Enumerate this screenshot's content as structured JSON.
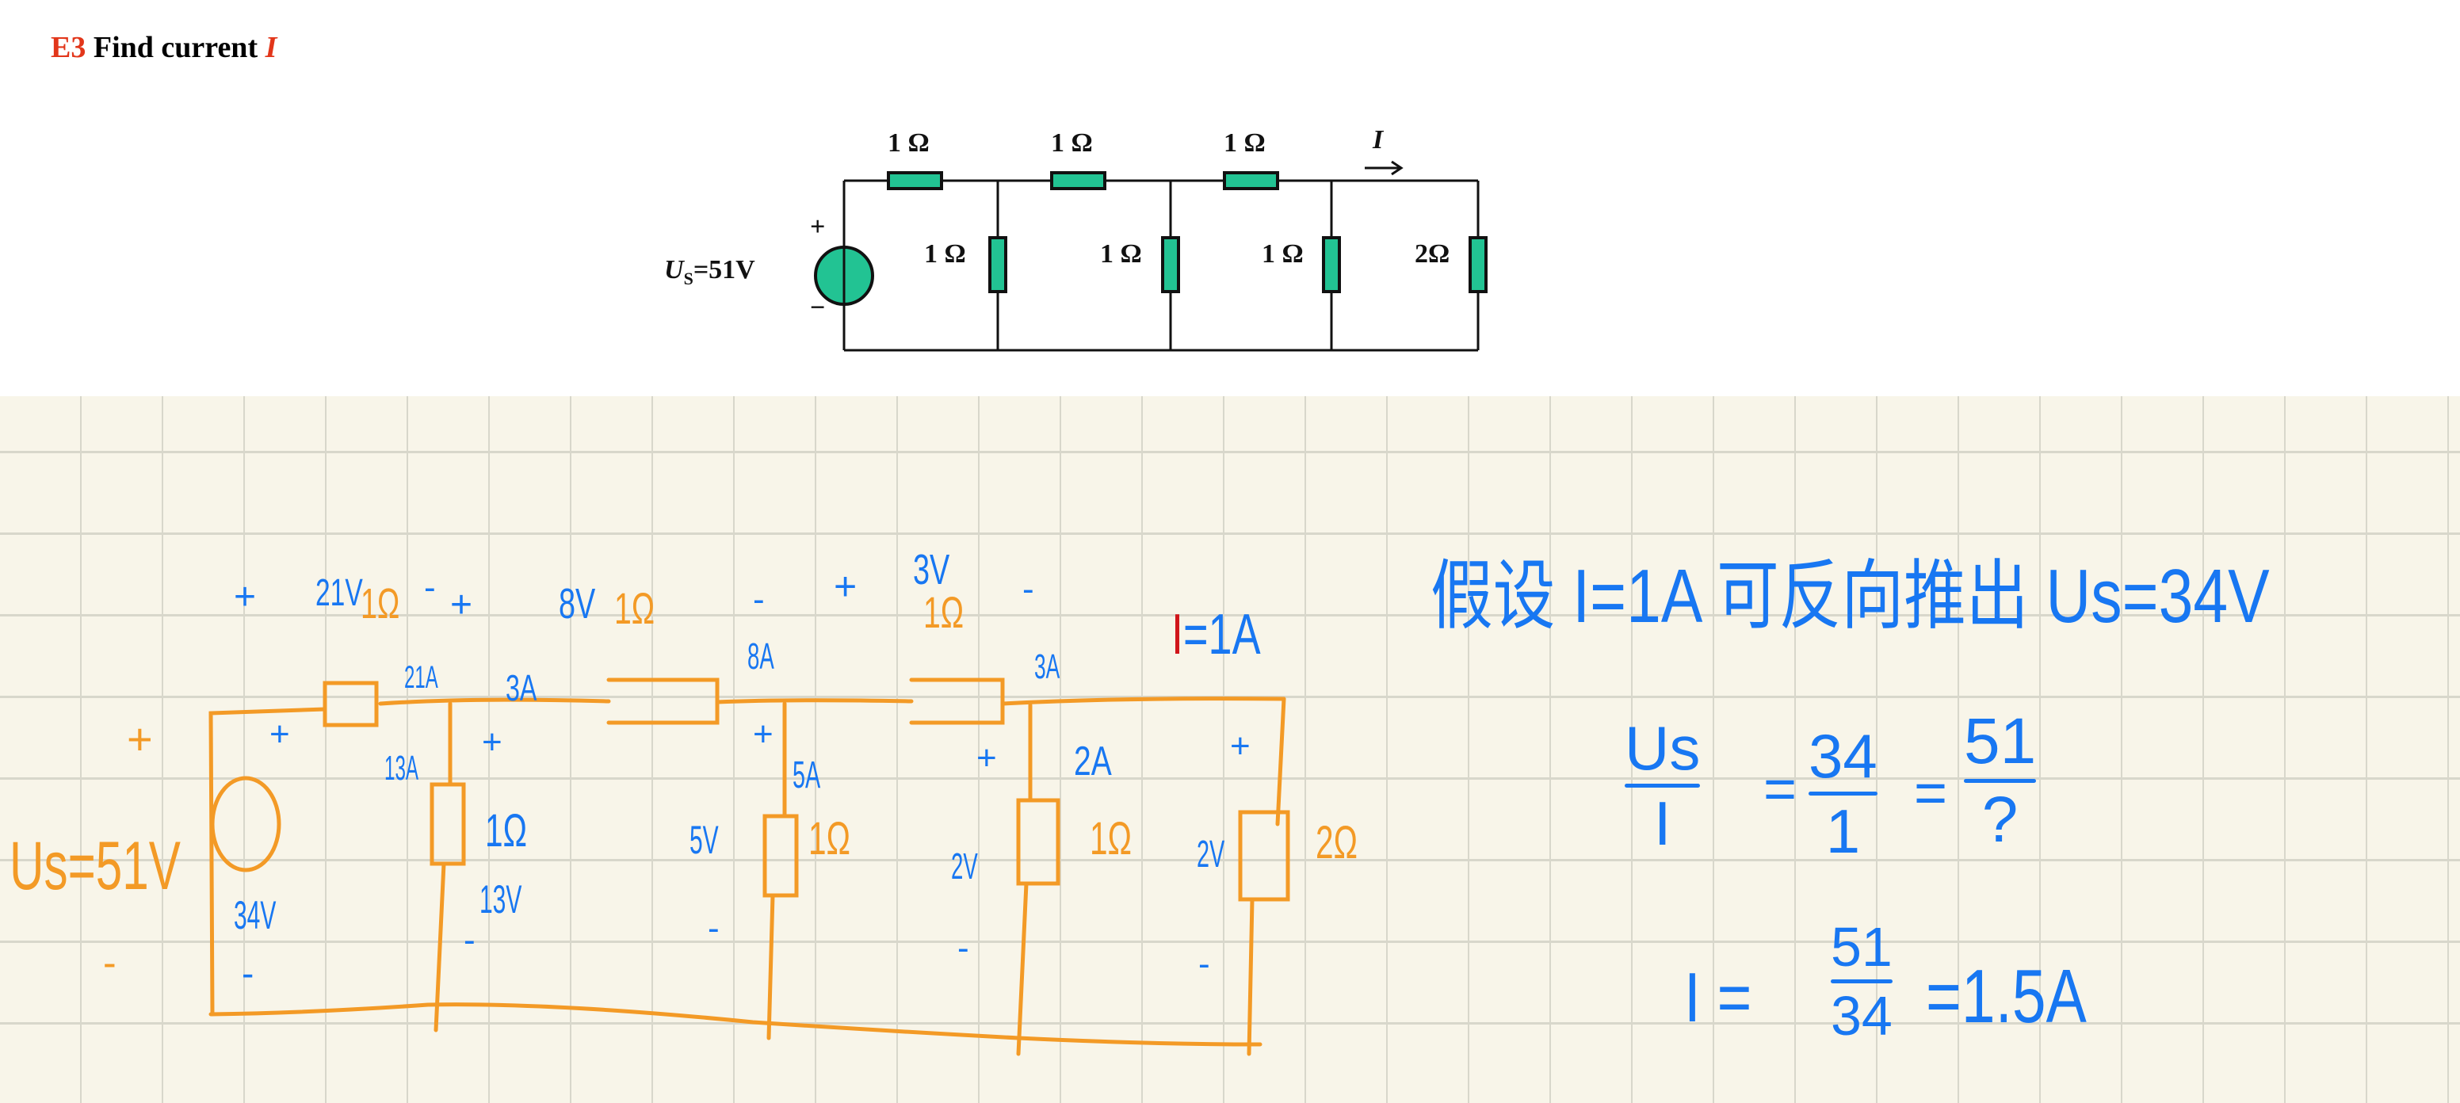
{
  "title": {
    "number": "E3",
    "text": "Find current ",
    "variable": "I"
  },
  "circuit": {
    "series_resistors": [
      "1 Ω",
      "1 Ω",
      "1 Ω"
    ],
    "shunt_resistors": [
      "1 Ω",
      "1 Ω",
      "1 Ω",
      "2Ω"
    ],
    "source_label": "U",
    "source_sub": "S",
    "source_value": "=51V",
    "plus": "+",
    "minus": "−",
    "current_label": "I",
    "colors": {
      "component": "#22c393",
      "title_accent": "#e2361a"
    }
  },
  "sketch": {
    "top": {
      "plus1": "+",
      "v1": "21V",
      "r1": "1Ω",
      "minus1": "-",
      "plus2": "+",
      "v2": "8V",
      "r2": "1Ω",
      "minus2": "-",
      "plus3": "+",
      "v3": "3V",
      "r3": "1Ω",
      "minus3": "-"
    },
    "assumption_I": "I",
    "assumption_val": "=1A",
    "currents": {
      "c1": "21A",
      "c2": "3A",
      "c3": "8A",
      "c4": "3A",
      "d1": "13A",
      "d2": "5A",
      "d3": "2A"
    },
    "plus_signs": [
      "+",
      "+",
      "+",
      "+",
      "+",
      "+"
    ],
    "source": "Us=51V",
    "source_internal": "34V",
    "branches": [
      {
        "r": "1Ω",
        "v": "13V",
        "minus": "-"
      },
      {
        "r": "1Ω",
        "v": "5V",
        "minus": "-"
      },
      {
        "r": "1Ω",
        "v": "2V",
        "minus": "-"
      },
      {
        "r": "2Ω",
        "v": "2V",
        "minus": "-"
      }
    ],
    "minus_left": "-",
    "minus_source": "-",
    "colors": {
      "ink_blue": "#1877f2",
      "ink_orange": "#f39a26",
      "ink_red": "#d0151a"
    }
  },
  "notes": {
    "line1": "假设 I=1A  可反向推出 Us=34V",
    "ratio": {
      "num1": "Us",
      "den1": "I",
      "eq": "=",
      "num2": "34",
      "den2": "1",
      "num3": "51",
      "den3": "?"
    },
    "result": {
      "lhs": "I =",
      "num": "51",
      "den": "34",
      "rhs": "=1.5A"
    }
  }
}
